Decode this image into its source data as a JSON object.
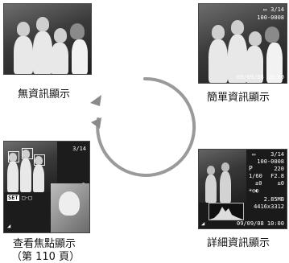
{
  "captions": {
    "no_info": "無資訊顯示",
    "simple_info": "簡單資訊顯示",
    "focus_check": "查看焦點顯示",
    "focus_check_page": "（第 110 頁）",
    "detailed_info": "詳細資訊顯示"
  },
  "simple_screen": {
    "counter": "3/14",
    "file_no": "100-0008",
    "datetime": "09/09/08 10:00"
  },
  "focus_screen": {
    "counter": "3/14",
    "set_label": "SET",
    "set_icons": "□-□"
  },
  "detail_screen": {
    "counter": "3/14",
    "file_no": "100-0008",
    "mode": "P",
    "iso": "220",
    "shutter": "1/60",
    "aperture": "F2.8",
    "ev": "±0",
    "flash_ev": "±0",
    "size": "2.85MB",
    "resolution": "4416x3312",
    "datetime": "09/09/08 10:00"
  },
  "colors": {
    "arrow": "#999999",
    "screen": "#2b2b2b"
  }
}
